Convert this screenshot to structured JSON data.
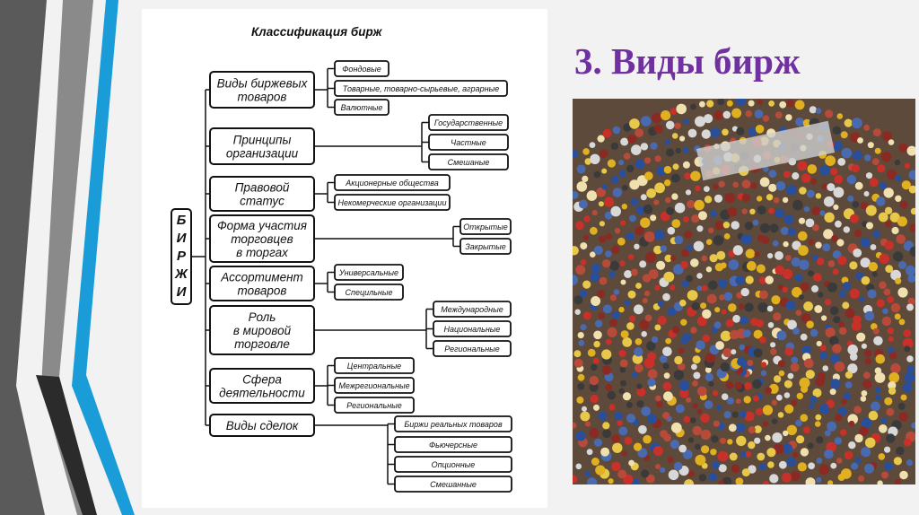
{
  "slide": {
    "title": "3. Виды бирж",
    "colors": {
      "title": "#7030a0",
      "accent_blue": "#1a9cd8",
      "accent_gray": "#8a8a8a",
      "accent_dark": "#3f3f3f"
    }
  },
  "diagram": {
    "title": "Классификация бирж",
    "root_letters": [
      "Б",
      "И",
      "Р",
      "Ж",
      "И"
    ],
    "categories": [
      {
        "lines": [
          "Виды биржевых",
          "товаров"
        ],
        "leaves": [
          "Фондовые",
          "Товарные, товарно-сырьевые, аграрные",
          "Валютные"
        ]
      },
      {
        "lines": [
          "Принципы",
          "организации"
        ],
        "leaves": [
          "Государственные",
          "Частные",
          "Смешаные"
        ]
      },
      {
        "lines": [
          "Правовой",
          "статус"
        ],
        "leaves": [
          "Акционерные общества",
          "Некомерческие организации"
        ]
      },
      {
        "lines": [
          "Форма участия",
          "торговцев",
          "в торгах"
        ],
        "leaves": [
          "Открытые",
          "Закрытые"
        ]
      },
      {
        "lines": [
          "Ассортимент",
          "товаров"
        ],
        "leaves": [
          "Универсальные",
          "Специльные"
        ]
      },
      {
        "lines": [
          "Роль",
          "в мировой",
          "торговле"
        ],
        "leaves": [
          "Международные",
          "Национальные",
          "Региональные"
        ]
      },
      {
        "lines": [
          "Сфера",
          "деятельности"
        ],
        "leaves": [
          "Центральные",
          "Межрегиональные",
          "Региональные"
        ]
      },
      {
        "lines": [
          "Виды сделок"
        ],
        "leaves": [
          "Биржи реальных товаров",
          "Фьючерсные",
          "Опционные",
          "Смешанные"
        ]
      }
    ]
  },
  "photo": {
    "icon": "trading-floor-crowd-photo"
  }
}
